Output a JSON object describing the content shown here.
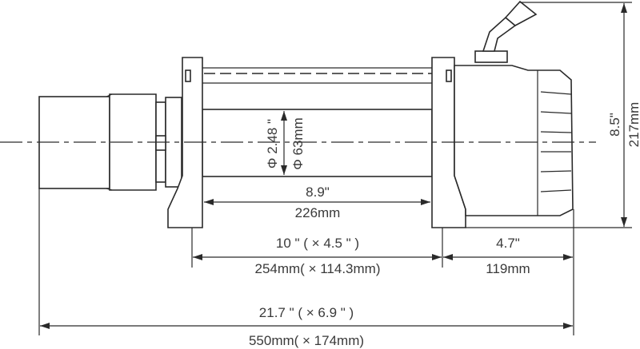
{
  "drawing": {
    "drum_diameter_in": "Φ 2.48 \"",
    "drum_diameter_mm": "Φ 63mm",
    "drum_length_in": "8.9\"",
    "drum_length_mm": "226mm",
    "mount_spacing_in": "10 \" ( × 4.5 \" )",
    "mount_spacing_mm": "254mm( × 114.3mm)",
    "gearbox_length_in": "4.7\"",
    "gearbox_length_mm": "119mm",
    "overall_length_in": "21.7 \" ( × 6.9 \" )",
    "overall_length_mm": "550mm( × 174mm)",
    "height_in": "8.5\"",
    "height_mm": "217mm"
  }
}
